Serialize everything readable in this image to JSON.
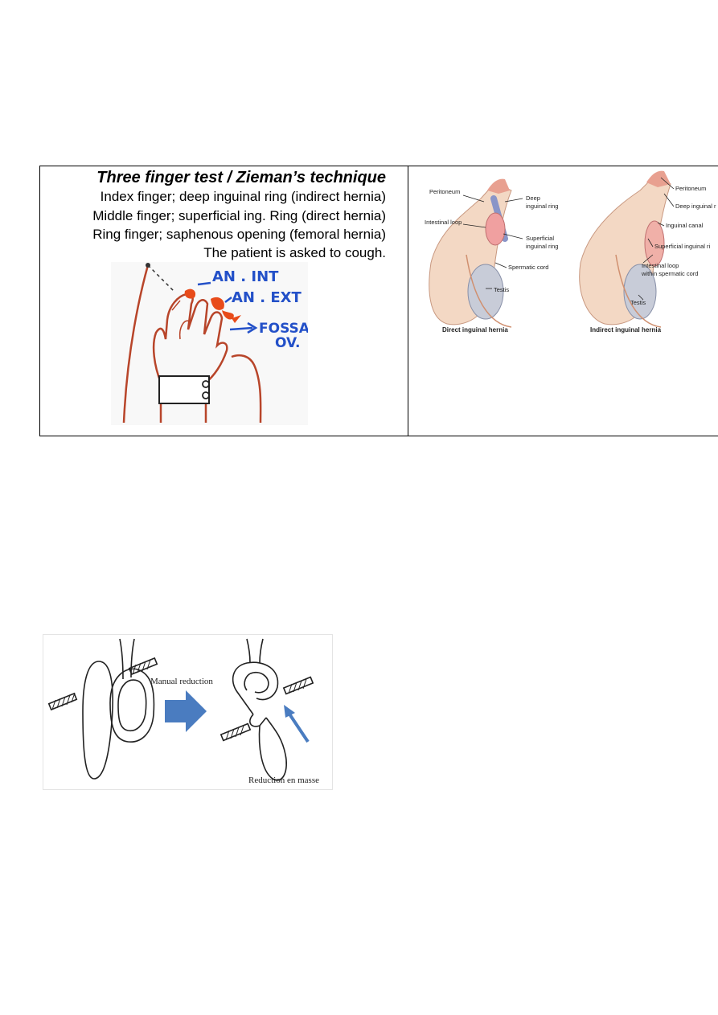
{
  "three_finger": {
    "title": "Three finger test / Zieman’s technique",
    "lines": [
      "Index finger; deep inguinal ring (indirect hernia)",
      "Middle finger; superficial ing. Ring (direct hernia)",
      "Ring finger; saphenous opening (femoral hernia)",
      "The patient is asked to cough."
    ],
    "hand_labels": {
      "int": "AN . INT",
      "ext": "AN . EXT",
      "fossa1": "FOSSA",
      "fossa2": "OV."
    }
  },
  "anatomy": {
    "left": {
      "caption": "Direct inguinal hernia",
      "labels": [
        "Peritoneum",
        "Deep",
        "inguinal ring",
        "Intestinal loop",
        "Superficial",
        "inguinal ring",
        "Spermatic cord",
        "Testis"
      ]
    },
    "right": {
      "caption": "Indirect inguinal hernia",
      "labels": [
        "Peritoneum",
        "Deep inguinal r",
        "Inguinal canal",
        "Superficial inguinal ri",
        "Intestinal loop",
        "within spermatic cord",
        "Testis"
      ]
    }
  },
  "reduction": {
    "manual_label": "Manual reduction",
    "en_masse_label": "Reduction en masse"
  }
}
